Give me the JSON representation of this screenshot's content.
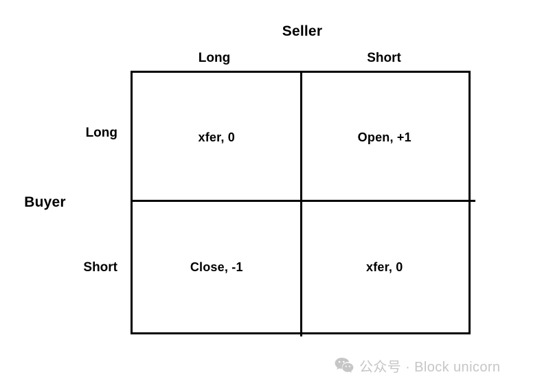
{
  "diagram": {
    "type": "payoff-matrix",
    "column_axis_title": "Seller",
    "row_axis_title": "Buyer",
    "column_headers": [
      "Long",
      "Short"
    ],
    "row_headers": [
      "Long",
      "Short"
    ],
    "cells": [
      [
        "xfer, 0",
        "Open, +1"
      ],
      [
        "Close, -1",
        "xfer, 0"
      ]
    ],
    "border_color": "#000000"
  },
  "watermark": {
    "icon": "wechat-icon",
    "text": "公众号 · Block unicorn",
    "color": "#c6c6c6"
  }
}
